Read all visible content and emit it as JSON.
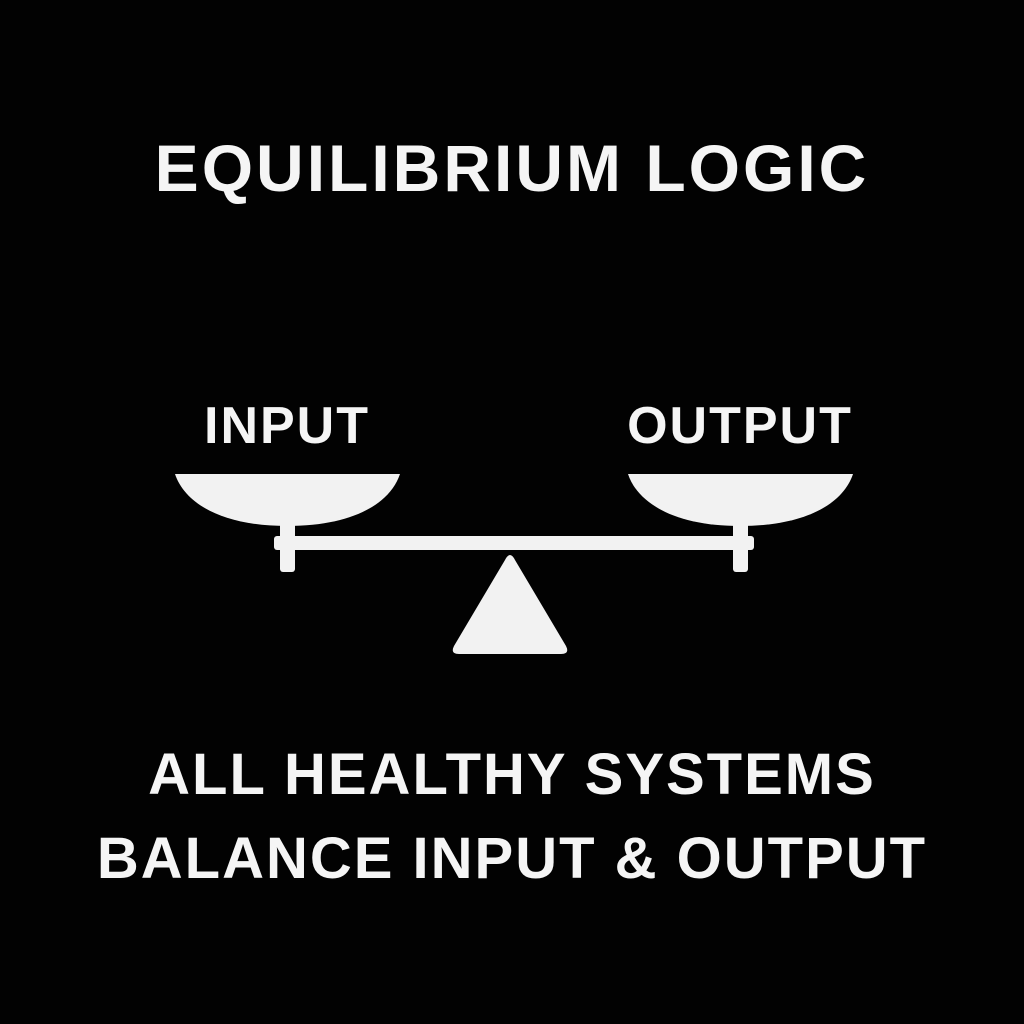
{
  "page": {
    "background_color": "#020202",
    "text_color": "#f5f5f5",
    "accent_color": "#f2f2f2"
  },
  "title": "EQUILIBRIUM LOGIC",
  "scale": {
    "icon": "balance-scale-icon",
    "left_label": "INPUT",
    "right_label": "OUTPUT",
    "color": "#f2f2f2",
    "state": "balanced"
  },
  "caption": {
    "line1": "ALL HEALTHY SYSTEMS",
    "line2": "BALANCE INPUT & OUTPUT"
  }
}
